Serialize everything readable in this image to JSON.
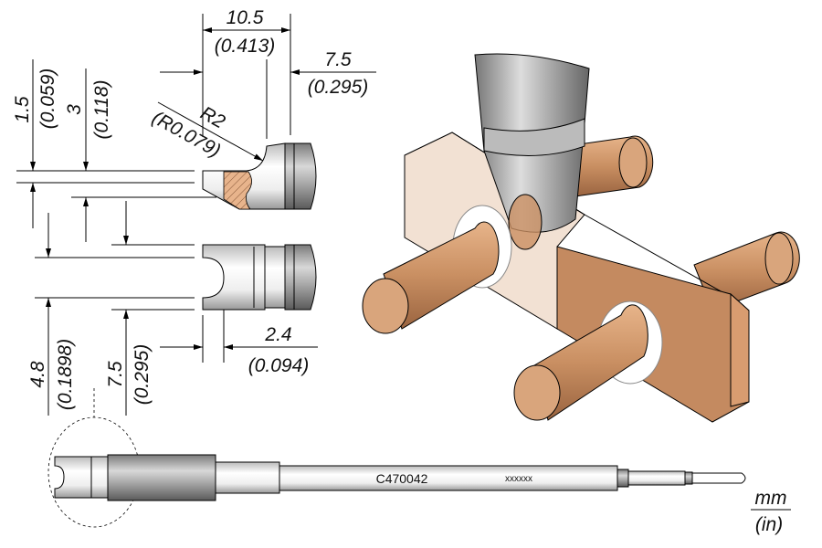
{
  "dimensions": {
    "width_total": {
      "mm": "10.5",
      "in": "(0.413)"
    },
    "width_part": {
      "mm": "7.5",
      "in": "(0.295)"
    },
    "radius": {
      "mm": "R2",
      "in": "(R0.079)"
    },
    "thickness_a": {
      "mm": "1.5",
      "in": "(0.059)"
    },
    "thickness_b": {
      "mm": "3",
      "in": "(0.118)"
    },
    "slot_width": {
      "mm": "4.8",
      "in": "(0.1898)"
    },
    "outer_width": {
      "mm": "7.5",
      "in": "(0.295)"
    },
    "slot_depth": {
      "mm": "2.4",
      "in": "(0.094)"
    }
  },
  "tip": {
    "part_number": "C470042",
    "serial": "xxxxxx"
  },
  "units": {
    "primary": "mm",
    "secondary": "(in)"
  },
  "colors": {
    "copper": "#c98f62",
    "copper_light": "#e8c9ae",
    "steel": "#9a9a9a"
  }
}
